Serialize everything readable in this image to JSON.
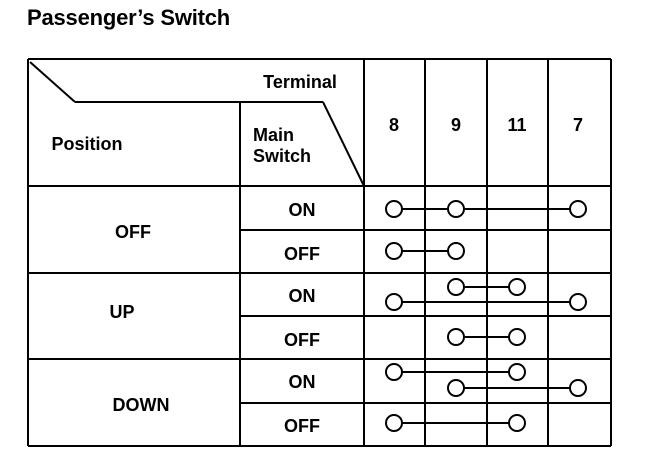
{
  "title": "Passenger’s Switch",
  "header": {
    "terminal_label": "Terminal",
    "position_label": "Position",
    "main_switch_line1": "Main",
    "main_switch_line2": "Switch",
    "terminals": [
      "8",
      "9",
      "11",
      "7"
    ]
  },
  "rows": [
    {
      "position": "OFF",
      "states": [
        {
          "main": "ON",
          "connections": [
            [
              "8",
              "9",
              "7"
            ]
          ]
        },
        {
          "main": "OFF",
          "connections": [
            [
              "8",
              "9"
            ]
          ]
        }
      ]
    },
    {
      "position": "UP",
      "states": [
        {
          "main": "ON",
          "connections": [
            [
              "9",
              "11"
            ],
            [
              "8",
              "7"
            ]
          ]
        },
        {
          "main": "OFF",
          "connections": [
            [
              "9",
              "11"
            ]
          ]
        }
      ]
    },
    {
      "position": "DOWN",
      "states": [
        {
          "main": "ON",
          "connections": [
            [
              "8",
              "11"
            ],
            [
              "9",
              "7"
            ]
          ]
        },
        {
          "main": "OFF",
          "connections": [
            [
              "8",
              "11"
            ]
          ]
        }
      ]
    }
  ]
}
